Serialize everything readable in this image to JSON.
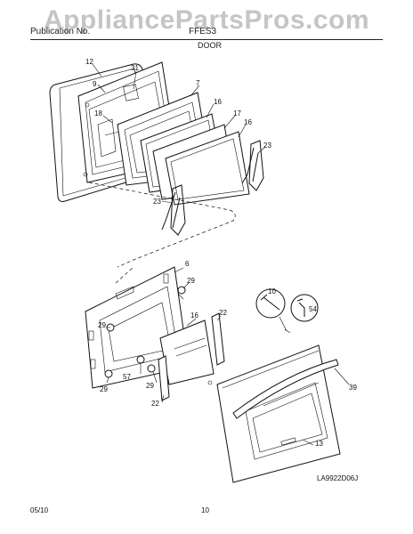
{
  "watermark": "AppliancePartsPros.com",
  "header": {
    "left": "Publication No.",
    "right": "FFES3"
  },
  "section_title": "DOOR",
  "callouts": {
    "c12": "12",
    "c9": "9",
    "c31": "31",
    "c18": "18",
    "c7": "7",
    "c16a": "16",
    "c17": "17",
    "c16b": "16",
    "c23a": "23",
    "c23b": "23",
    "c6": "6",
    "c29a": "29",
    "c10": "10",
    "c54": "54",
    "c29b": "29",
    "c16c": "16",
    "c22a": "22",
    "c57": "57",
    "c29c": "29",
    "c29d": "29",
    "c22b": "22",
    "c39": "39",
    "c13": "13"
  },
  "drawing_code": "LA9922D06J",
  "footer": {
    "date": "05/10",
    "page": "10"
  }
}
